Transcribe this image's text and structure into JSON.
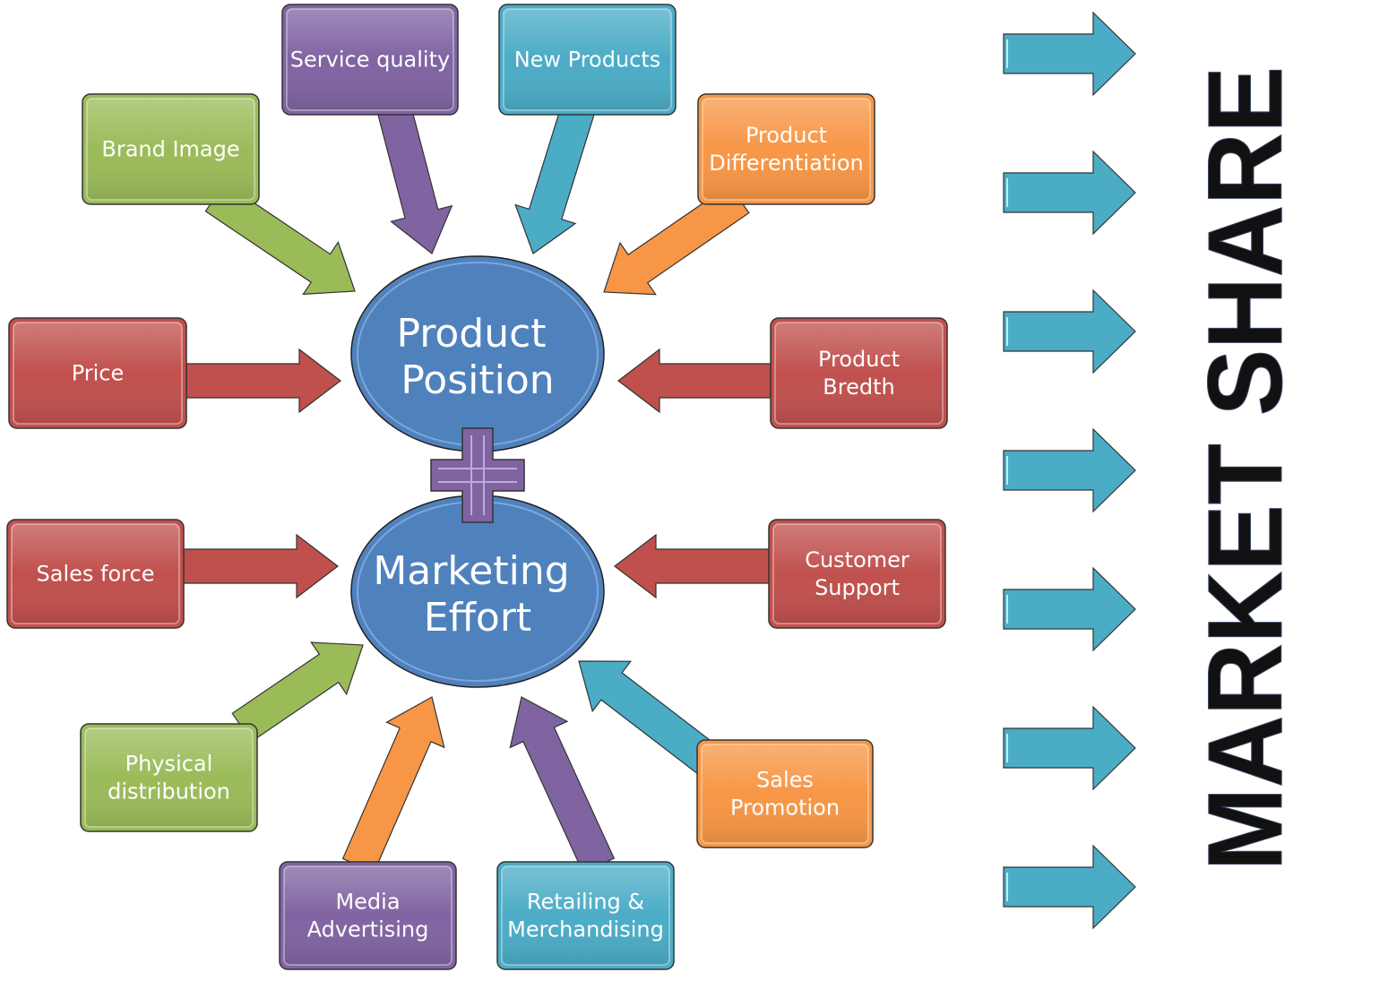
{
  "center": {
    "top": {
      "lines": [
        "Product",
        "Position"
      ],
      "color": "#4f81bd"
    },
    "bottom": {
      "lines": [
        "Marketing",
        "Effort"
      ],
      "color": "#4f81bd"
    },
    "plus_color": "#8064a2"
  },
  "boxes": [
    {
      "id": "service-quality",
      "lines": [
        "Service quality"
      ],
      "color": "#8064a2"
    },
    {
      "id": "new-products",
      "lines": [
        "New Products"
      ],
      "color": "#4bacc6"
    },
    {
      "id": "brand-image",
      "lines": [
        "Brand Image"
      ],
      "color": "#9bbb59"
    },
    {
      "id": "product-differentiation",
      "lines": [
        "Product",
        "Differentiation"
      ],
      "color": "#f79646"
    },
    {
      "id": "price",
      "lines": [
        "Price"
      ],
      "color": "#c0504d"
    },
    {
      "id": "product-bredth",
      "lines": [
        "Product",
        "Bredth"
      ],
      "color": "#c0504d"
    },
    {
      "id": "sales-force",
      "lines": [
        "Sales force"
      ],
      "color": "#c0504d"
    },
    {
      "id": "customer-support",
      "lines": [
        "Customer",
        "Support"
      ],
      "color": "#c0504d"
    },
    {
      "id": "physical-distribution",
      "lines": [
        "Physical",
        "distribution"
      ],
      "color": "#9bbb59"
    },
    {
      "id": "sales-promotion",
      "lines": [
        "Sales",
        "Promotion"
      ],
      "color": "#f79646"
    },
    {
      "id": "media-advertising",
      "lines": [
        "Media",
        "Advertising"
      ],
      "color": "#8064a2"
    },
    {
      "id": "retailing-merchandising",
      "lines": [
        "Retailing &",
        "Merchandising"
      ],
      "color": "#4bacc6"
    }
  ],
  "right_arrows": {
    "count": 7,
    "color": "#4bacc6"
  },
  "market_share": {
    "text": "MARKET SHARE"
  }
}
